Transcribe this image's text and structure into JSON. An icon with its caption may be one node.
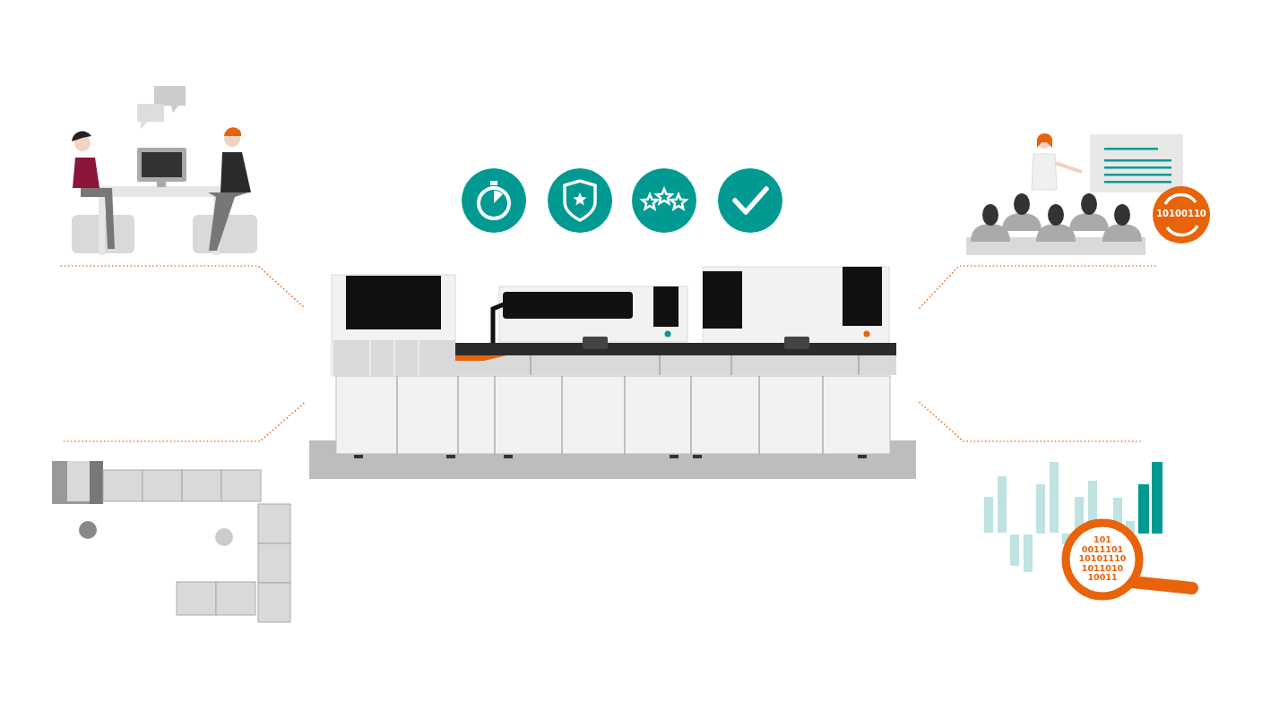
{
  "diagram": {
    "nodes": [
      {
        "text": [],
        "shape": "picture"
      },
      {
        "text": [],
        "shape": "picture"
      },
      {
        "text": [],
        "shape": "picture"
      },
      {
        "text": [],
        "shape": "picture"
      },
      {
        "text": [],
        "shape": "picture"
      }
    ],
    "edges": [
      {
        "from": 1,
        "to": 0,
        "arrow": "none",
        "style": "dashed"
      },
      {
        "from": 2,
        "to": 0,
        "arrow": "none",
        "style": "dashed"
      },
      {
        "from": 3,
        "to": 0,
        "arrow": "none",
        "style": "dashed"
      },
      {
        "from": 4,
        "to": 0,
        "arrow": "none",
        "style": "dashed"
      }
    ],
    "labels": [
      "10100110",
      "101 0011101 10101110 1011010 10011"
    ]
  }
}
